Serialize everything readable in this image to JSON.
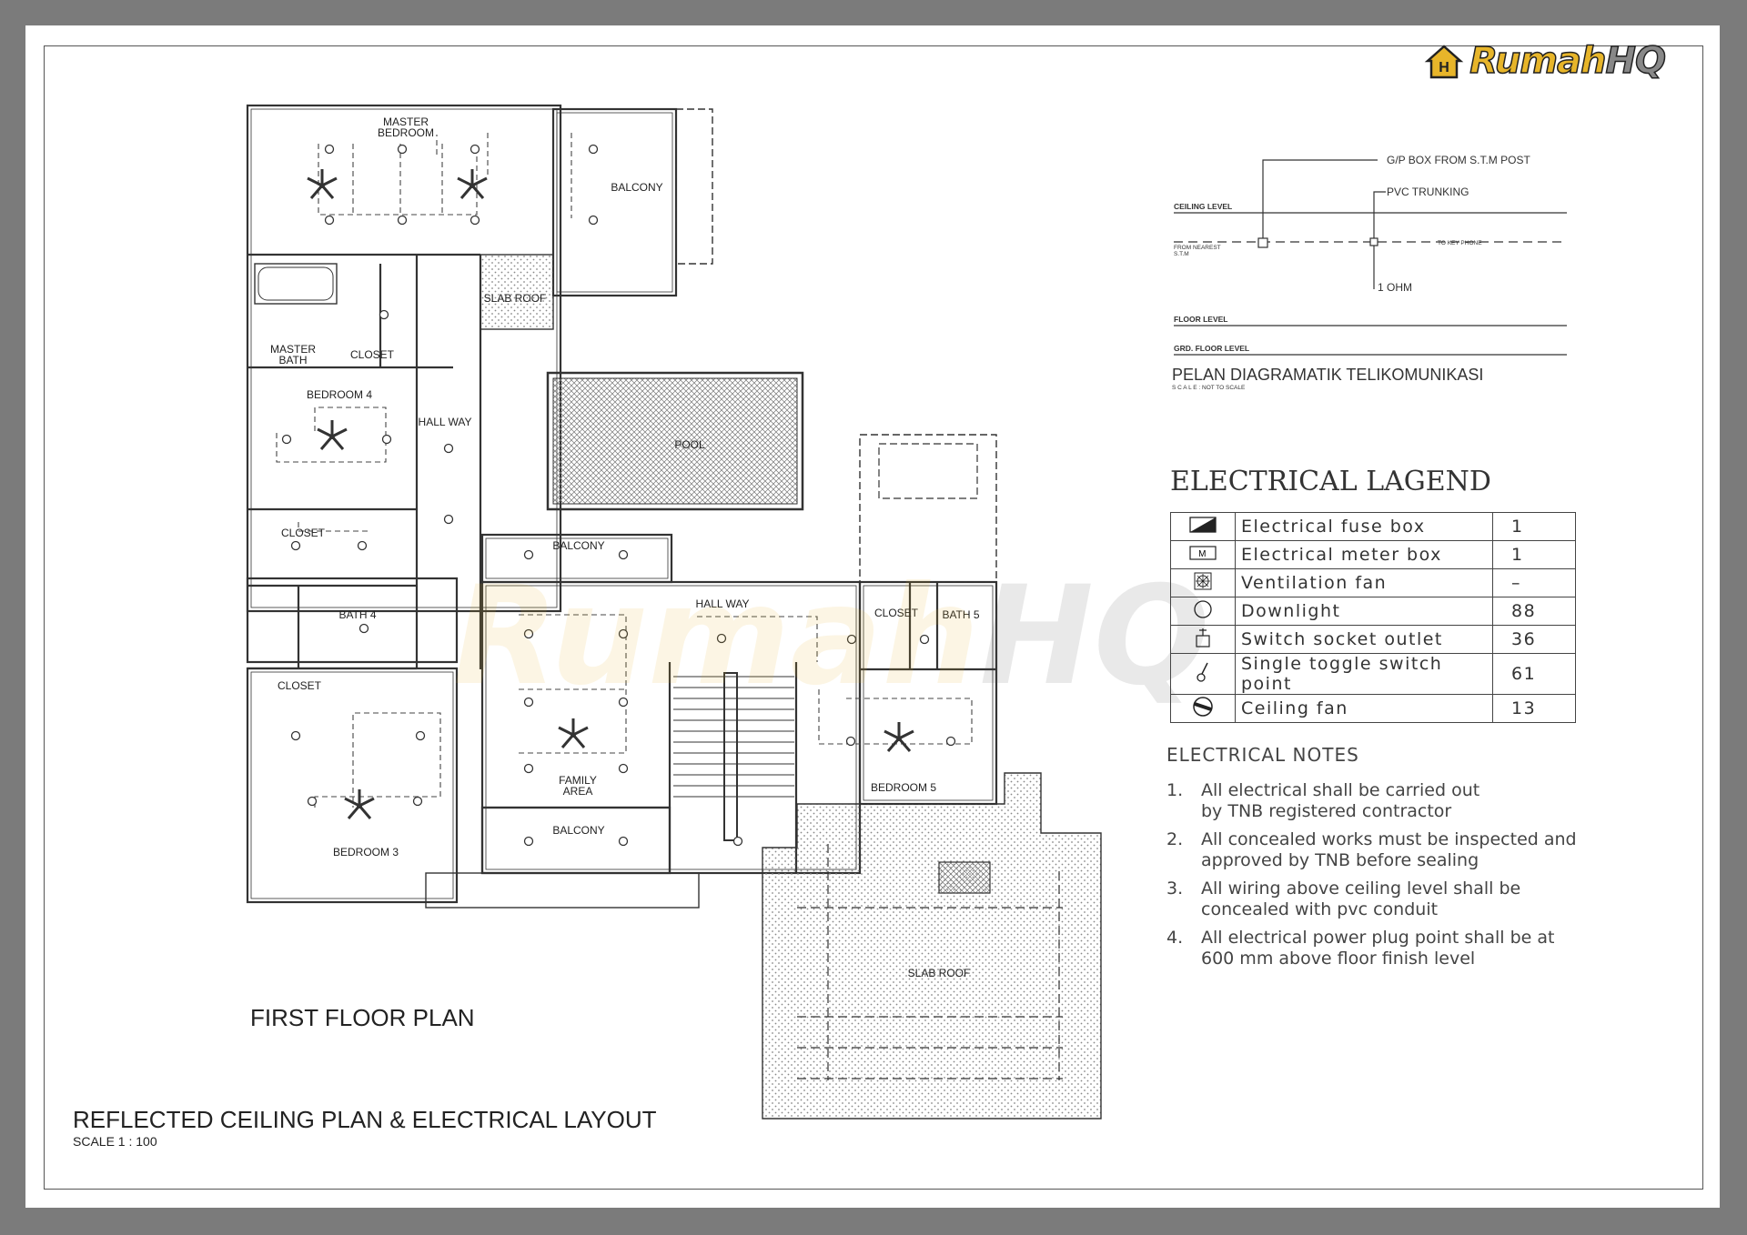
{
  "brand": {
    "part1": "Rumah",
    "part2": "HQ"
  },
  "plan": {
    "title": "FIRST FLOOR PLAN",
    "sheet_title": "REFLECTED CEILING PLAN & ELECTRICAL LAYOUT",
    "scale": "SCALE 1 : 100",
    "rooms": {
      "master_bedroom_1": "MASTER",
      "master_bedroom_2": "BEDROOM",
      "balcony_top": "BALCONY",
      "slab_roof_top": "SLAB ROOF",
      "master_bath_1": "MASTER",
      "master_bath_2": "BATH",
      "closet_master": "CLOSET",
      "bedroom4": "BEDROOM 4",
      "hall_way_left": "HALL WAY",
      "pool": "POOL",
      "closet_mid": "CLOSET",
      "balcony_mid": "BALCONY",
      "bath4": "BATH 4",
      "hall_way_center": "HALL WAY",
      "closet_right": "CLOSET",
      "bath5": "BATH 5",
      "closet_bottom": "CLOSET",
      "family_area_1": "FAMILY",
      "family_area_2": "AREA",
      "bedroom5": "BEDROOM 5",
      "balcony_bottom": "BALCONY",
      "bedroom3": "BEDROOM 3",
      "slab_roof_bottom": "SLAB ROOF"
    }
  },
  "telecom": {
    "gp_box": "G/P BOX FROM  S.T.M  POST",
    "pvc": "PVC TRUNKING",
    "ceiling": "CEILING LEVEL",
    "from_1": "FROM NEAREST",
    "from_2": "S.T.M",
    "to_phone": "TO KEY PHONE",
    "ohm": "1 OHM",
    "floor": "FLOOR LEVEL",
    "grd": "GRD. FLOOR LEVEL",
    "title": "PELAN DIAGRAMATIK TELIKOMUNIKASI",
    "scale": "S C A L E   :  NOT TO SCALE"
  },
  "legend": {
    "title": "ELECTRICAL LAGEND",
    "rows": [
      {
        "label": "Electrical fuse box",
        "count": "1",
        "icon": "fuse-box-icon"
      },
      {
        "label": "Electrical meter box",
        "count": "1",
        "icon": "meter-box-icon"
      },
      {
        "label": "Ventilation fan",
        "count": "–",
        "icon": "ventilation-fan-icon"
      },
      {
        "label": "Downlight",
        "count": "88",
        "icon": "downlight-icon"
      },
      {
        "label": "Switch socket outlet",
        "count": "36",
        "icon": "socket-outlet-icon"
      },
      {
        "label": "Single toggle switch point",
        "count": "61",
        "icon": "toggle-switch-icon"
      },
      {
        "label": "Ceiling fan",
        "count": "13",
        "icon": "ceiling-fan-icon"
      }
    ]
  },
  "notes": {
    "title": "ELECTRICAL NOTES",
    "items": [
      {
        "num": "1.",
        "text_1": "All electrical shall be carried out",
        "text_2": "by TNB registered contractor"
      },
      {
        "num": "2.",
        "text_1": "All concealed works must be inspected and",
        "text_2": "approved by TNB before sealing"
      },
      {
        "num": "3.",
        "text_1": "All wiring above ceiling level shall be",
        "text_2": "concealed with pvc conduit"
      },
      {
        "num": "4.",
        "text_1": "All electrical power plug point shall be at",
        "text_2": "600 mm above floor finish level"
      }
    ]
  }
}
